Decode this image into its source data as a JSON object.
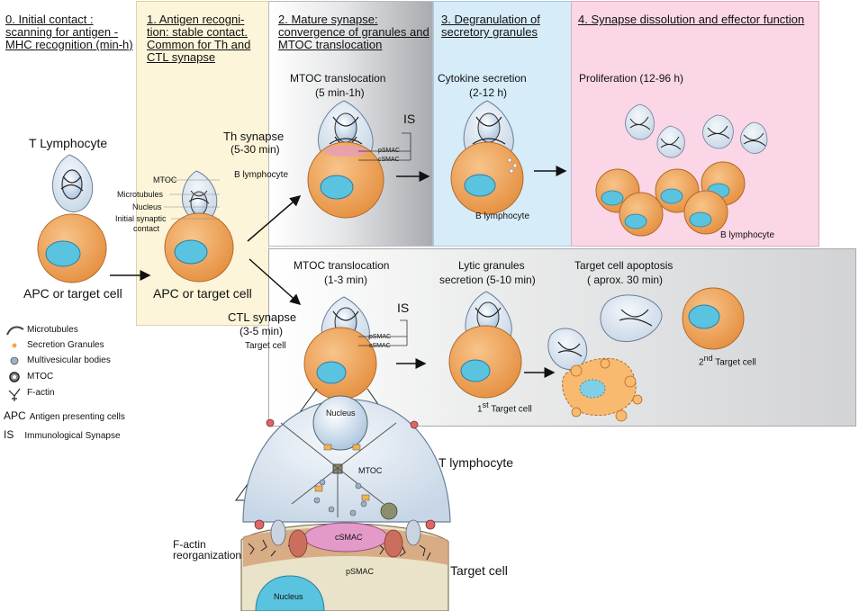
{
  "stages": [
    {
      "title": "0. Initial contact : scanning for antigen -MHC recognition (min-h)"
    },
    {
      "title": "1. Antigen recogni- tion: stable contact. Common for Th and CTL synapse"
    },
    {
      "title": "2. Mature synapse: convergence of granules and MTOC translocation"
    },
    {
      "title": "3. Degranulation of secretory granules"
    },
    {
      "title": "4. Synapse dissolution and effector function"
    }
  ],
  "labels": {
    "t_lymphocyte": "T Lymphocyte",
    "apc_target_1": "APC or target cell",
    "apc_target_2": "APC or target cell",
    "mtoc_part": "MTOC",
    "microtubules_part": "Microtubules",
    "nucleus_part": "Nucleus",
    "initial_synaptic": "Initial synaptic",
    "contact": "contact",
    "th_synapse": "Th synapse",
    "th_time": "(5-30 min)",
    "b_lymphocyte_1": "B lymphocyte",
    "mtoc_transloc_th": "MTOC translocation",
    "mtoc_transloc_th_time": "(5 min-1h)",
    "is_th": "IS",
    "psmac_th": "pSMAC",
    "csmac_th": "cSMAC",
    "cytokine_secretion": "Cytokine secretion",
    "cytokine_time": "(2-12 h)",
    "b_lymphocyte_2": "B lymphocyte",
    "proliferation": "Proliferation  (12-96 h)",
    "b_lymphocyte_3": "B lymphocyte",
    "ctl_synapse": "CTL synapse",
    "ctl_time": "(3-5 min)",
    "target_cell_ctl": "Target cell",
    "mtoc_transloc_ctl": "MTOC translocation",
    "mtoc_transloc_ctl_time": "(1-3 min)",
    "is_ctl": "IS",
    "psmac_ctl": "pSMAC",
    "csmac_ctl": "cSMAC",
    "lytic_granules": "Lytic granules",
    "lytic_secretion": "secretion  (5-10 min)",
    "first_target": "Target cell",
    "first_sup": "st",
    "first_num": "1",
    "apoptosis": "Target cell apoptosis",
    "apoptosis_time": "( aprox. 30 min)",
    "second_num": "2",
    "second_sup": "nd",
    "second_target": "Target cell",
    "nucleus_top": "Nucleus",
    "mtoc_detail": "MTOC",
    "t_lymphocyte_detail": "T lymphocyte",
    "csmac_detail": "cSMAC",
    "psmac_detail": "pSMAC",
    "factin_reorg_1": "F-actin",
    "factin_reorg_2": "reorganization",
    "target_cell_detail": "Target cell",
    "nucleus_bottom": "Nucleus"
  },
  "legend": [
    {
      "icon": "microtubule-icon",
      "text": "Microtubules"
    },
    {
      "icon": "secretion-granule-icon",
      "text": "Secretion Granules"
    },
    {
      "icon": "multivesicular-body-icon",
      "text": "Multivesicular bodies"
    },
    {
      "icon": "mtoc-icon",
      "text": "MTOC"
    },
    {
      "icon": "f-actin-icon",
      "text": "F-actin"
    },
    {
      "abbr": "APC",
      "text": "Antigen presenting cells"
    },
    {
      "abbr": "IS",
      "text": "Immunological  Synapse"
    }
  ],
  "colors": {
    "stage1_bg": "#fcf5d9",
    "stage3_bg": "#d6ecf8",
    "stage4_bg": "#fad6e6",
    "ctl_bg": "#dcdde0",
    "cell_orange": "#f2a25a",
    "cell_nucleus": "#59c3e0",
    "t_cell": "#dde7f1",
    "csmac": "#e49ac8",
    "apoptotic": "#f8ba6e"
  }
}
